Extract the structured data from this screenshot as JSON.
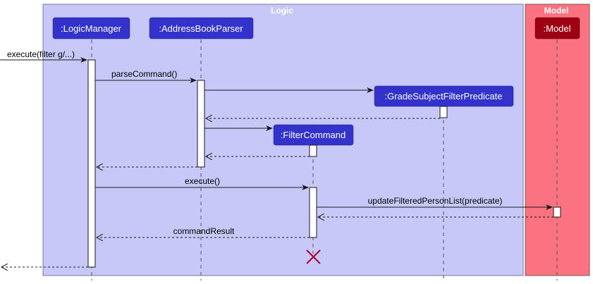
{
  "groups": {
    "logic": {
      "title": "Logic",
      "fill": "#c8c8f8",
      "stroke": "#7a7a9a"
    },
    "model": {
      "title": "Model",
      "fill": "#fb7280",
      "stroke": "#7a5a5a"
    }
  },
  "participants": {
    "logic_manager": {
      "label": ":LogicManager",
      "color": "#3333cc"
    },
    "address_book_parser": {
      "label": ":AddressBookParser",
      "color": "#3333cc"
    },
    "predicate": {
      "label": ":GradeSubjectFilterPredicate",
      "color": "#3333cc"
    },
    "filter_command": {
      "label": ":FilterCommand",
      "color": "#3333cc"
    },
    "model": {
      "label": ":Model",
      "color": "#9d0012"
    }
  },
  "messages": {
    "execute_filter": "execute(filter g/...)",
    "parse_command": "parseCommand()",
    "execute": "execute()",
    "update_filtered": "updateFilteredPersonList(predicate)",
    "command_result": "commandResult"
  },
  "colors": {
    "arrow": "#181818",
    "destroy": "#a80036",
    "lifeline": "#555555"
  }
}
